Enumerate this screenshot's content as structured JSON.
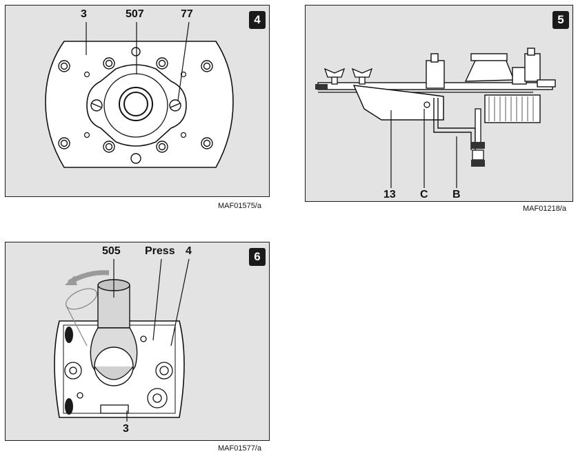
{
  "figures": [
    {
      "id": "4",
      "badge": "4",
      "code": "MAF01575/a",
      "callouts": [
        "3",
        "507",
        "77"
      ]
    },
    {
      "id": "5",
      "badge": "5",
      "code": "MAF01218/a",
      "callouts": [
        "13",
        "C",
        "B"
      ]
    },
    {
      "id": "6",
      "badge": "6",
      "code": "MAF01577/a",
      "callouts": [
        "505",
        "Press",
        "4",
        "3"
      ]
    }
  ]
}
